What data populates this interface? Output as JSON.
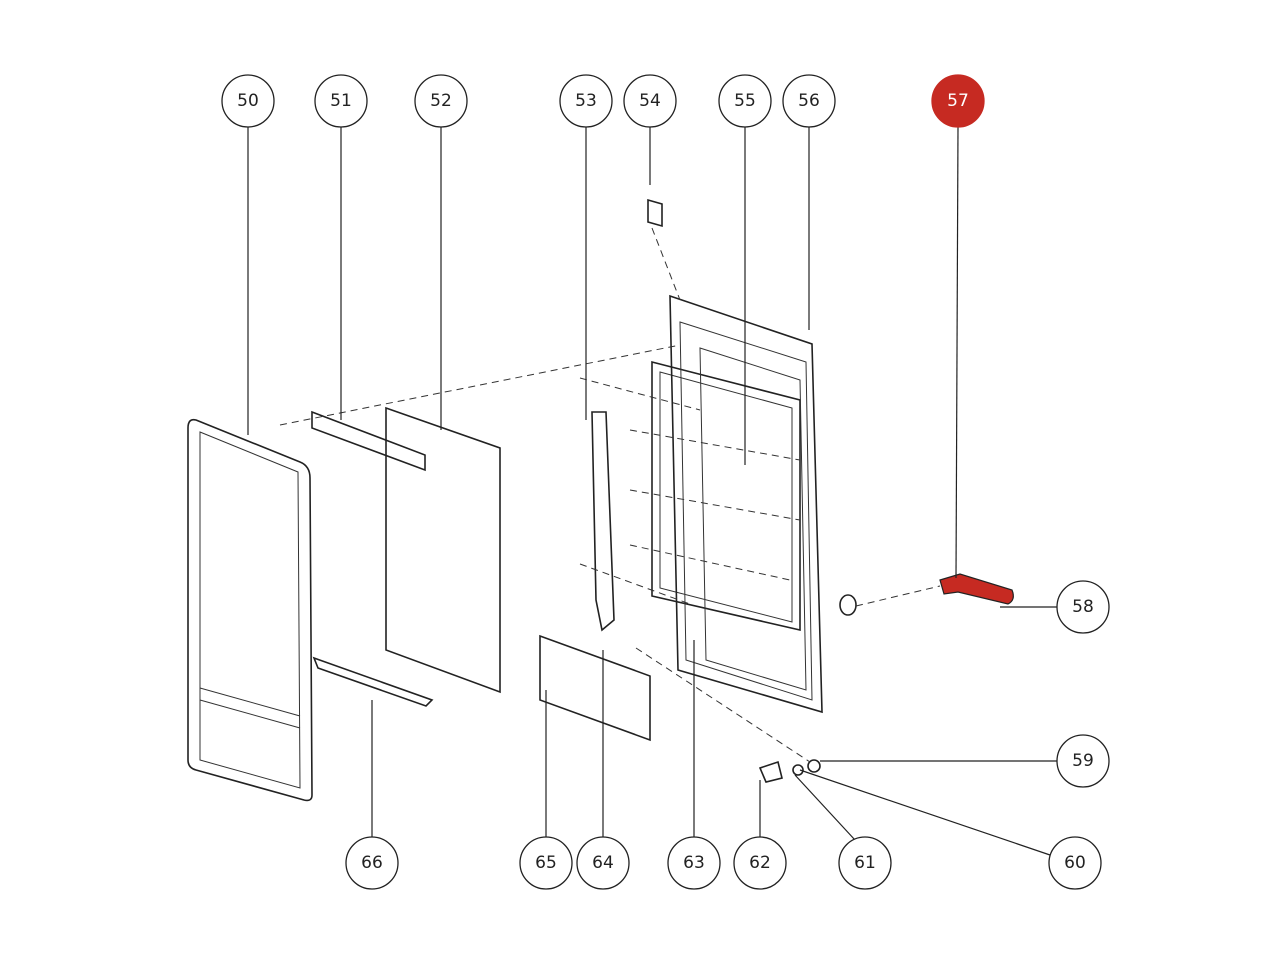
{
  "diagram": {
    "highlight_color": "#c62a22",
    "callouts": [
      {
        "number": "50",
        "highlighted": false
      },
      {
        "number": "51",
        "highlighted": false
      },
      {
        "number": "52",
        "highlighted": false
      },
      {
        "number": "53",
        "highlighted": false
      },
      {
        "number": "54",
        "highlighted": false
      },
      {
        "number": "55",
        "highlighted": false
      },
      {
        "number": "56",
        "highlighted": false
      },
      {
        "number": "57",
        "highlighted": true
      },
      {
        "number": "58",
        "highlighted": false
      },
      {
        "number": "59",
        "highlighted": false
      },
      {
        "number": "60",
        "highlighted": false
      },
      {
        "number": "61",
        "highlighted": false
      },
      {
        "number": "62",
        "highlighted": false
      },
      {
        "number": "63",
        "highlighted": false
      },
      {
        "number": "64",
        "highlighted": false
      },
      {
        "number": "65",
        "highlighted": false
      },
      {
        "number": "66",
        "highlighted": false
      }
    ]
  }
}
